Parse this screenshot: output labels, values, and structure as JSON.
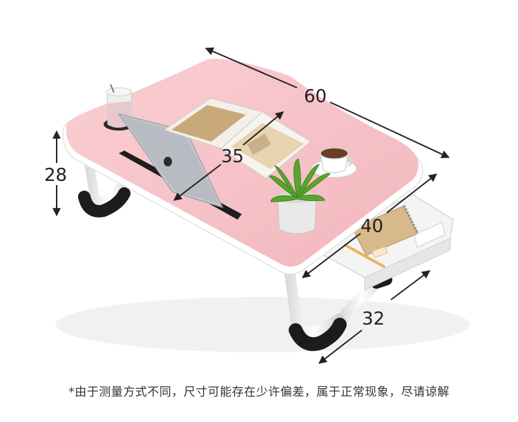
{
  "dimensions": {
    "length": "60",
    "width": "35",
    "height": "28",
    "drawer_length": "40",
    "leg_span": "32"
  },
  "disclaimer": "*由于测量方式不同，尺寸可能存在少许偏差，属于正常现象，尽请谅解",
  "colors": {
    "tabletop": "#f6c3c8",
    "tabletop_edge": "#ffffff",
    "legs": "#f2f2f2",
    "feet": "#1c1c1c",
    "drawer": "#f4f4f4",
    "dimension_line": "#222222"
  }
}
